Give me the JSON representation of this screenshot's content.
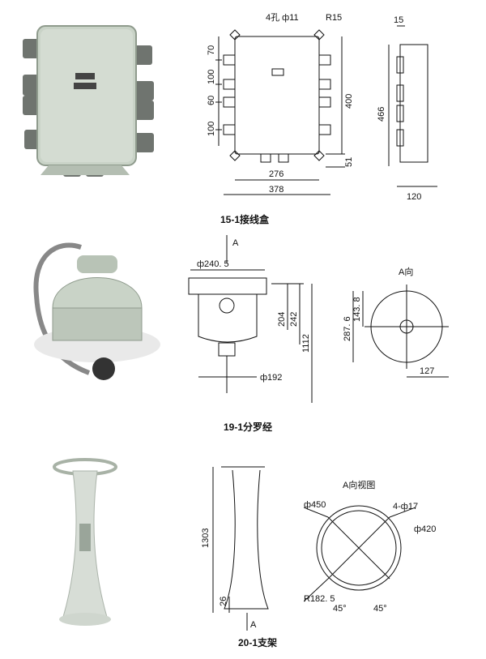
{
  "sections": [
    {
      "caption": "15-1接线盒",
      "dims": {
        "holes": "4孔 ф11",
        "radius": "R15",
        "left_v": [
          "70",
          "100",
          "60",
          "100"
        ],
        "height": "400",
        "width_inner": "276",
        "width_outer": "378",
        "bottom": "51",
        "side_top": "15",
        "side_height": "466",
        "side_width": "120"
      }
    },
    {
      "caption": "19-1分罗经",
      "dims": {
        "arrow_a": "A",
        "top_diameter": "ф240. 5",
        "h1": "204",
        "h2": "242",
        "h3": "1112",
        "bottom_diameter": "ф192",
        "view_a": "A向",
        "r1": "143. 8",
        "r2": "287. 6",
        "w": "127"
      }
    },
    {
      "caption": "20-1支架",
      "dims": {
        "height": "1303",
        "base": "26",
        "arrow_a": "A",
        "view_title": "A向视图",
        "d1": "ф450",
        "d2": "ф420",
        "holes": "4-ф17",
        "radius": "R182. 5",
        "angle1": "45°",
        "angle2": "45°"
      }
    }
  ],
  "colors": {
    "ink": "#111111",
    "device": "#c9d3c7",
    "device_dark": "#8f9b8d"
  }
}
